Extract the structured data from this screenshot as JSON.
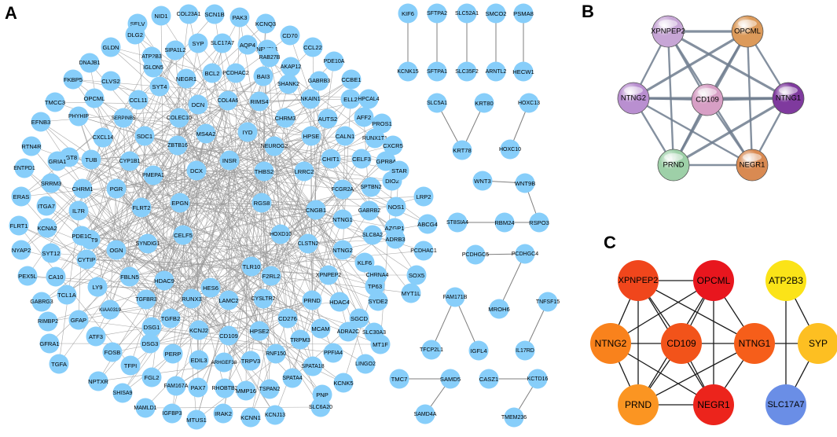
{
  "panels": {
    "A": {
      "label": "A",
      "node_color": "#87CEFA",
      "edge_color": "#9a9a9a",
      "genes_main": [
        "NID1",
        "COL23A1",
        "SCN1B",
        "PAK3",
        "SELV",
        "DLG2",
        "SYP",
        "SLC17A7",
        "AQP4",
        "KCNQ3",
        "CD70",
        "GLDN",
        "SIPA1L2",
        "NEURL1",
        "RAB27B",
        "CCL22",
        "DNAJB1",
        "ATP2B3",
        "IGLON5",
        "AKAP12",
        "PDE10A",
        "FKBP5",
        "NEGR1",
        "BCL2",
        "PCDHAC2",
        "BAI3",
        "CCBE1",
        "CLVS2",
        "SYT4",
        "SHANK2",
        "GABRB3",
        "OPCML",
        "CCL11",
        "DCN",
        "COL4A6",
        "RIMS4",
        "NKAIN1",
        "ELL2",
        "HPCAL4",
        "TMCC3",
        "PHYHIP",
        "SERPINB5",
        "COLEC10",
        "CHRM3",
        "AUTS2",
        "AFF2",
        "PROS1",
        "EFNB3",
        "CXCL14",
        "SDC1",
        "MS4A2",
        "IYD",
        "HPSE",
        "CALN1",
        "RUNX1T1",
        "RTN4R",
        "UGT8",
        "ZBTB16",
        "NEUROG2",
        "CHIT1",
        "CELF3",
        "CXCR5",
        "GRIA1",
        "TUB",
        "CYP1B1",
        "INSR",
        "THBS2",
        "LRRC2",
        "GPR84",
        "ENTPD1",
        "SRRM3",
        "CHRM1",
        "PMEPA1",
        "DCX",
        "FCGR2A",
        "DIO2",
        "STAR",
        "ERAS",
        "PGR",
        "SPTBN2",
        "LRP2",
        "ITGA7",
        "IL7R",
        "FLRT2",
        "EPGN",
        "RGS8",
        "CNGB1",
        "NTNG1",
        "GABRB2",
        "NOS1",
        "FLRT1",
        "SYT9",
        "ABCG4",
        "KCNA2",
        "PDE1C",
        "AZGP1",
        "NYAP2",
        "SYT12",
        "CELF5",
        "SYNDIG1",
        "HOXD10",
        "CLSTN2",
        "SLC8A2",
        "ADRB3",
        "CYTIP",
        "OGN",
        "NTNG2",
        "PCDHAC1",
        "PEX5L",
        "CA10",
        "TLR10",
        "KLF6",
        "LY9",
        "FBLN5",
        "HES6",
        "F2RL2",
        "XPNPEP2",
        "CHRNA4",
        "SOX5",
        "TCL1A",
        "HDAC9",
        "RUNX3",
        "CYSLTR2",
        "TP63",
        "MYT1L",
        "GABRG3",
        "KIAA0319",
        "TGFBR3",
        "LAMC2",
        "PRND",
        "HDAC4",
        "SYDE2",
        "RIMBP2",
        "GFAP",
        "TGFB2",
        "CD276",
        "KCNJ2",
        "SGCD",
        "ATF3",
        "DSG1",
        "CD109",
        "HPSE2",
        "MCAM",
        "ADRA2C",
        "SLC30A3",
        "GFRA1",
        "FOSB",
        "DSG3",
        "TRPM3",
        "MT1F",
        "TGFA",
        "TFPI",
        "PERP",
        "EDIL3",
        "ARHGEF38",
        "RNF150",
        "PPFIA4",
        "LINGO2",
        "FGL2",
        "TRPV3",
        "SPATA18",
        "NPTXR",
        "FAM167A",
        "SPATA4",
        "KCNK5",
        "SHISA9",
        "MAMLD1",
        "PAX7",
        "RHOBTB3",
        "MMP16",
        "TSPAN2",
        "PNP",
        "IGFBP3",
        "MTUS1",
        "IRAK2",
        "KCNN1",
        "KCNJ13",
        "SLC6A20"
      ],
      "genes_pairs": [
        "KIF6",
        "SFTPA2",
        "SLC52A1",
        "SMCO2",
        "PSMA8",
        "KCNK15",
        "SFTPA1",
        "SLC35F2",
        "ARNTL2",
        "HECW1",
        "SLC5A1",
        "KRT80",
        "HOXC13",
        "KRT78",
        "HOXC10",
        "WNT3",
        "WNT9B",
        "RSPO3",
        "ST8SIA4",
        "RBM24",
        "PCDHGC5",
        "PCDHGC4",
        "MROH6",
        "FAM171B",
        "TNFSF15",
        "TFCP2L1",
        "IGFL4",
        "IL17RD",
        "TMC7",
        "SAMD5",
        "CASZ1",
        "KCTD16",
        "SAMD4A",
        "TMEM236"
      ]
    },
    "B": {
      "label": "B",
      "edge_color": "#6f7d8e",
      "nodes": [
        {
          "id": "XPNPEP2",
          "color": "#c7a6d6"
        },
        {
          "id": "OPCML",
          "color": "#dc9a5a"
        },
        {
          "id": "NTNG2",
          "color": "#b98fd0"
        },
        {
          "id": "CD109",
          "color": "#d79fc5"
        },
        {
          "id": "NTNG1",
          "color": "#7f3a9e"
        },
        {
          "id": "PRND",
          "color": "#9ed0a8"
        },
        {
          "id": "NEGR1",
          "color": "#d98a52"
        }
      ]
    },
    "C": {
      "label": "C",
      "edge_color": "#1a1a1a",
      "nodes": [
        {
          "id": "XPNPEP2",
          "color": "#f0461c"
        },
        {
          "id": "OPCML",
          "color": "#e8161e"
        },
        {
          "id": "ATP2B3",
          "color": "#fbe318"
        },
        {
          "id": "NTNG2",
          "color": "#f9821c"
        },
        {
          "id": "CD109",
          "color": "#f2531a"
        },
        {
          "id": "NTNG1",
          "color": "#f65e1a"
        },
        {
          "id": "SYP",
          "color": "#fdbf22"
        },
        {
          "id": "PRND",
          "color": "#fb9522"
        },
        {
          "id": "NEGR1",
          "color": "#ec241c"
        },
        {
          "id": "SLC17A7",
          "color": "#6a8ee6"
        }
      ]
    }
  }
}
